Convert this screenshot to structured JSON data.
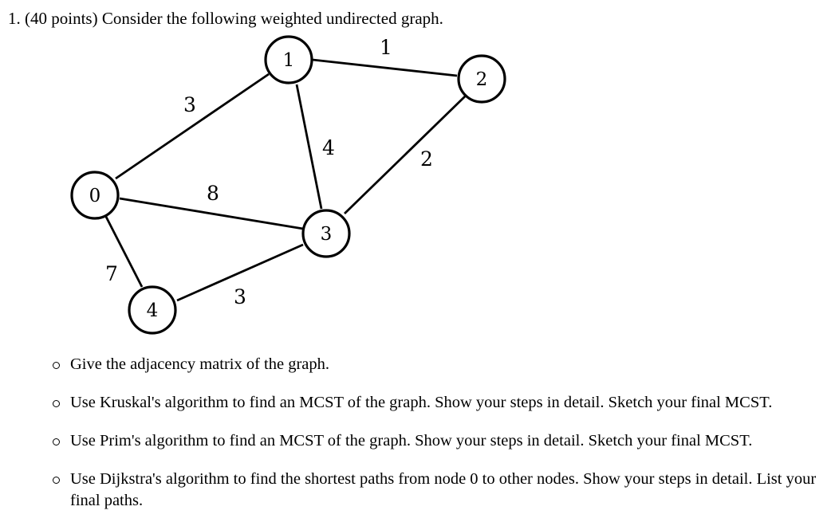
{
  "question": {
    "number": "1.",
    "text": "(40 points) Consider the following weighted undirected graph."
  },
  "graph": {
    "nodes": [
      {
        "id": "n0",
        "label": "0"
      },
      {
        "id": "n1",
        "label": "1"
      },
      {
        "id": "n2",
        "label": "2"
      },
      {
        "id": "n3",
        "label": "3"
      },
      {
        "id": "n4",
        "label": "4"
      }
    ],
    "edges": [
      {
        "from": "1",
        "to": "2",
        "weight": "1"
      },
      {
        "from": "0",
        "to": "1",
        "weight": "3"
      },
      {
        "from": "1",
        "to": "3",
        "weight": "4"
      },
      {
        "from": "2",
        "to": "3",
        "weight": "2"
      },
      {
        "from": "0",
        "to": "3",
        "weight": "8"
      },
      {
        "from": "0",
        "to": "4",
        "weight": "7"
      },
      {
        "from": "4",
        "to": "3",
        "weight": "3"
      }
    ]
  },
  "tasks": [
    {
      "text": "Give the adjacency matrix of the graph."
    },
    {
      "text": "Use Kruskal's algorithm to find an MCST of the graph. Show your steps in detail. Sketch your final MCST."
    },
    {
      "text": "Use Prim's algorithm to find an MCST of the graph. Show your steps in detail. Sketch your final MCST."
    },
    {
      "text": "Use Dijkstra's algorithm to find the shortest paths from node 0 to other nodes. Show your steps in detail. List your final paths."
    }
  ]
}
